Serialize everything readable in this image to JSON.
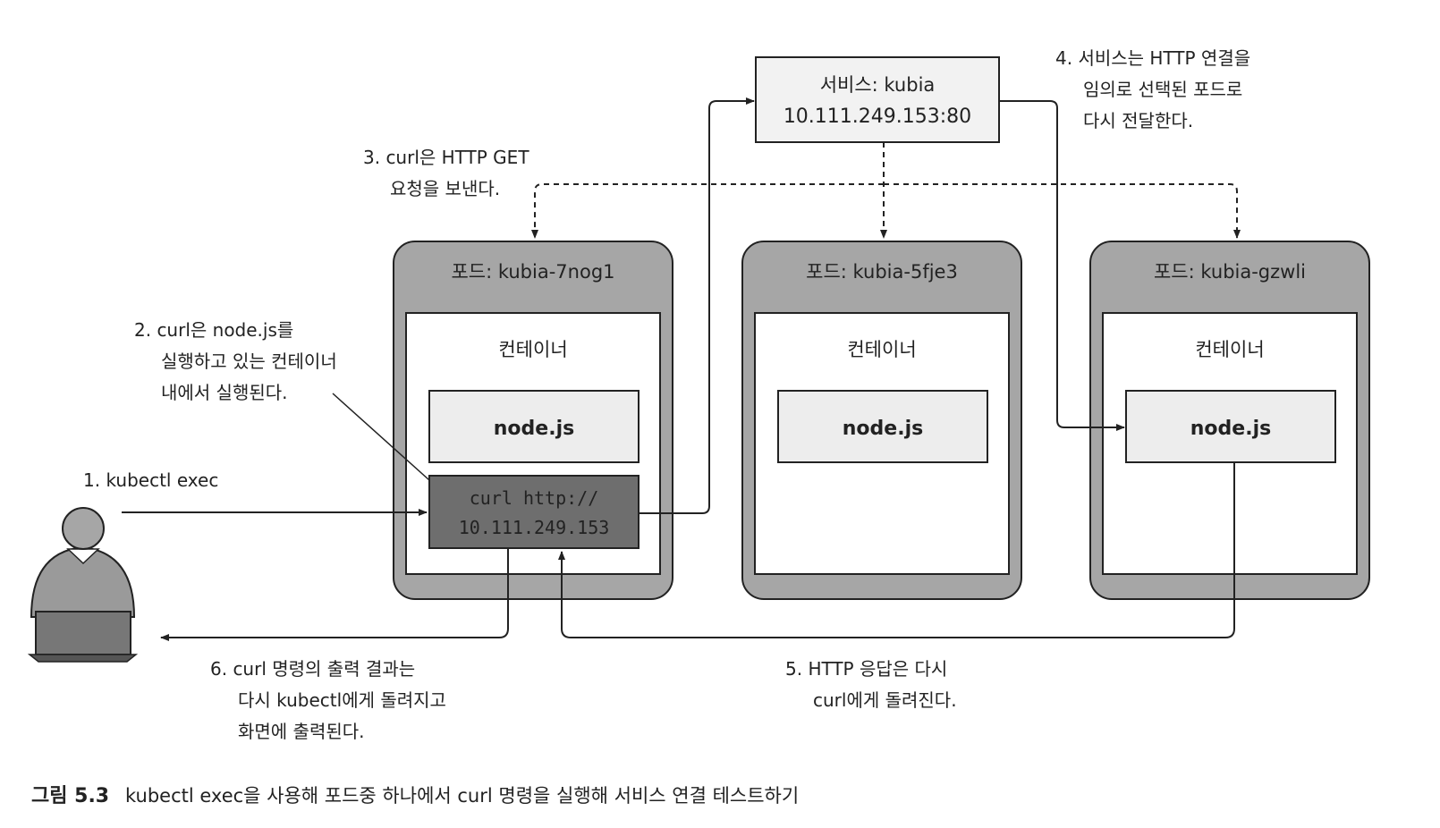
{
  "service": {
    "title": "서비스: kubia",
    "ip": "10.111.249.153:80"
  },
  "pods": [
    {
      "title": "포드: kubia-7nog1",
      "container_label": "컨테이너",
      "app_label": "node.js"
    },
    {
      "title": "포드: kubia-5fje3",
      "container_label": "컨테이너",
      "app_label": "node.js"
    },
    {
      "title": "포드: kubia-gzwli",
      "container_label": "컨테이너",
      "app_label": "node.js"
    }
  ],
  "curl_box": {
    "line1": "curl http://",
    "line2": "10.111.249.153"
  },
  "annotations": {
    "step1": "1.  kubectl exec",
    "step2": [
      "2.  curl은 node.js를",
      "실행하고 있는 컨테이너",
      "내에서 실행된다."
    ],
    "step3": [
      "3.  curl은 HTTP GET",
      "요청을 보낸다."
    ],
    "step4": [
      "4.  서비스는 HTTP 연결을",
      "임의로 선택된 포드로",
      "다시 전달한다."
    ],
    "step5": [
      "5.  HTTP 응답은 다시",
      "curl에게 돌려진다."
    ],
    "step6": [
      "6.  curl 명령의 출력 결과는",
      "다시 kubectl에게 돌려지고",
      "화면에 출력된다."
    ]
  },
  "caption": {
    "label": "그림 5.3",
    "text": "kubectl exec을 사용해 포드중 하나에서 curl 명령을 실행해 서비스 연결 테스트하기"
  },
  "colors": {
    "pod_fill": "#a6a6a6",
    "app_fill": "#ededed",
    "curl_fill": "#6e6e6e",
    "service_fill": "#f2f2f2",
    "line": "#222222"
  },
  "icons": {
    "user": "person-at-laptop-icon"
  }
}
